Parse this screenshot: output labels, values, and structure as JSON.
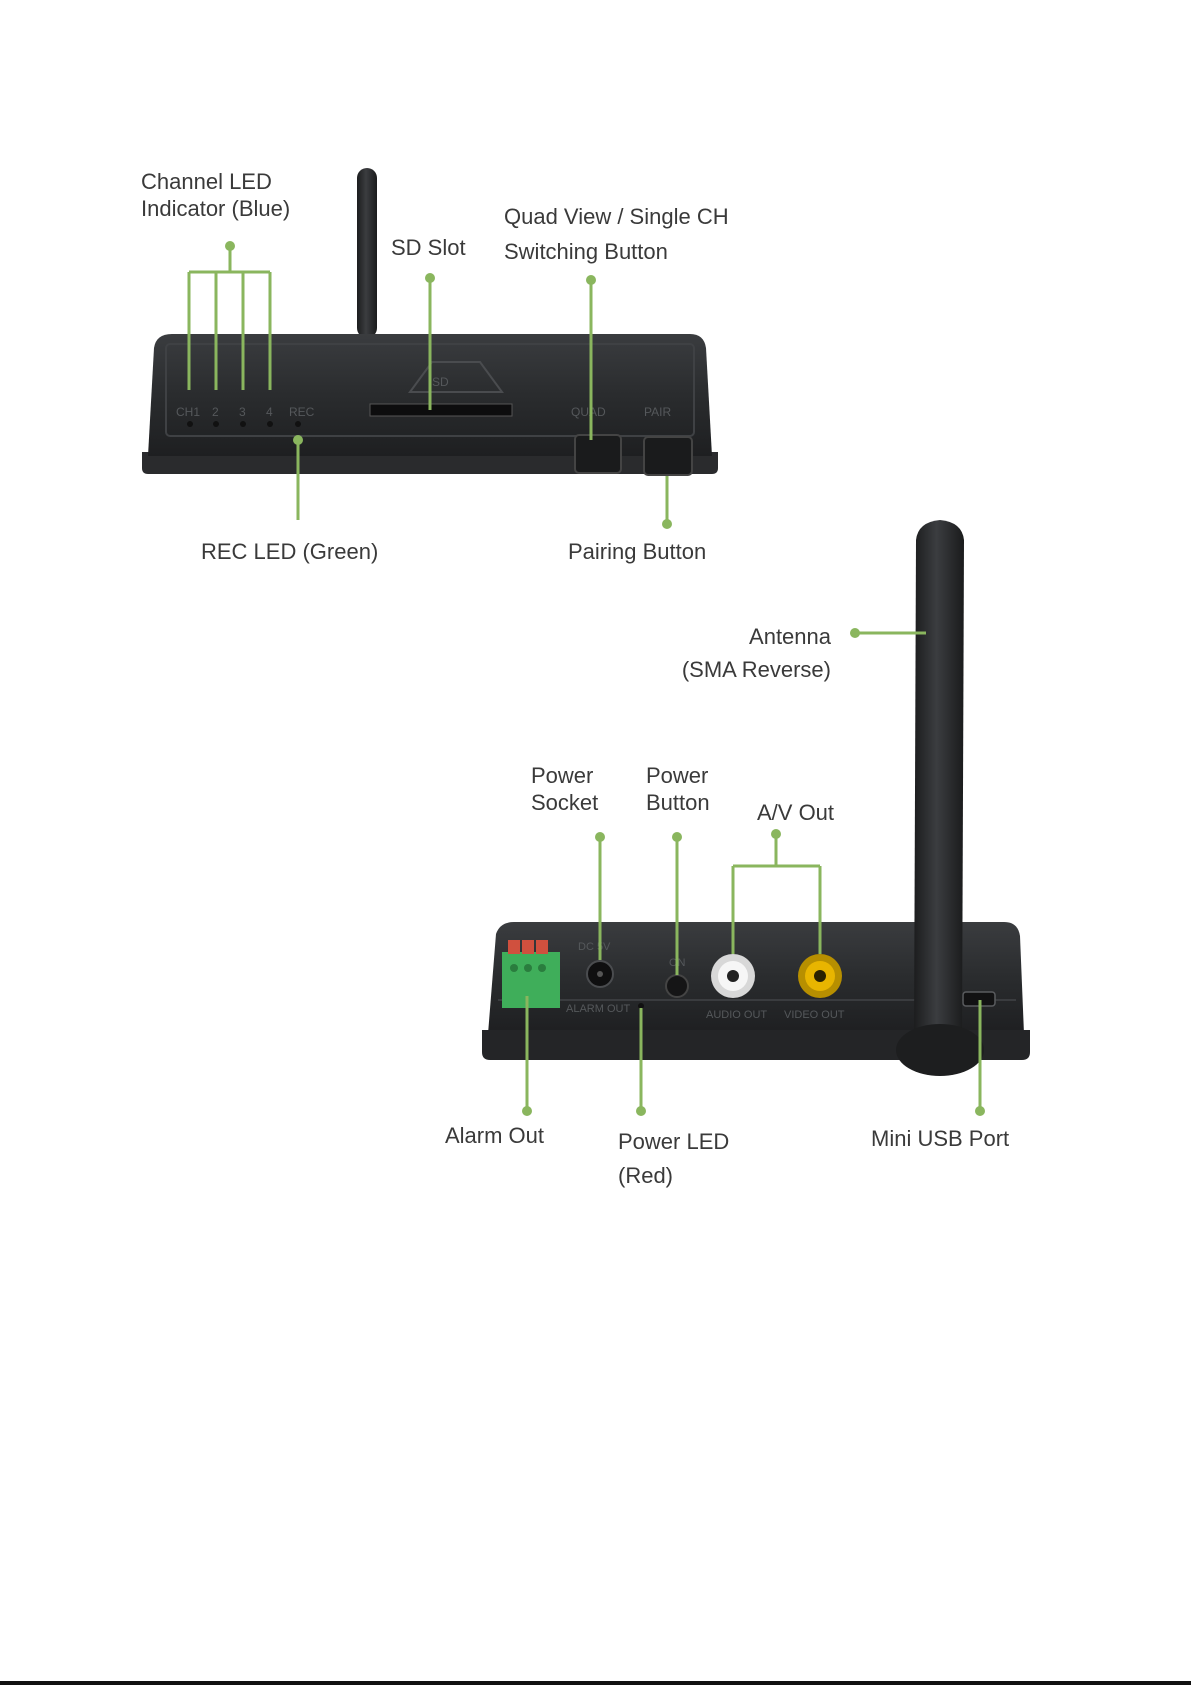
{
  "colors": {
    "callout": "#8ab65e",
    "device_body": "#2b2d2f",
    "device_edge": "#1a1b1c",
    "label_text": "#3a3a3a",
    "terminal_green": "#3fae5a",
    "terminal_red": "#d0503e",
    "rca_white": "#f2f2f2",
    "rca_yellow": "#e8b500"
  },
  "front_view": {
    "panel_text": {
      "ch1": "CH1",
      "ch2": "2",
      "ch3": "3",
      "ch4": "4",
      "rec": "REC",
      "sd": "SD",
      "quad": "QUAD",
      "pair": "PAIR"
    },
    "labels": {
      "channel_led_line1": "Channel LED",
      "channel_led_line2": "Indicator (Blue)",
      "sd_slot": "SD Slot",
      "quad_line1": "Quad View / Single CH",
      "quad_line2": "Switching Button",
      "rec_led": "REC LED (Green)",
      "pairing_button": "Pairing Button"
    }
  },
  "rear_view": {
    "panel_text": {
      "dc": "DC 5V",
      "on": "ON",
      "alarm": "ALARM OUT",
      "audio": "AUDIO OUT",
      "video": "VIDEO OUT"
    },
    "labels": {
      "antenna_line1": "Antenna",
      "antenna_line2": "(SMA Reverse)",
      "power_socket_line1": "Power",
      "power_socket_line2": "Socket",
      "power_button_line1": "Power",
      "power_button_line2": "Button",
      "av_out": "A/V Out",
      "alarm_out": "Alarm Out",
      "power_led_line1": "Power LED",
      "power_led_line2": "(Red)",
      "mini_usb": "Mini USB Port"
    }
  }
}
